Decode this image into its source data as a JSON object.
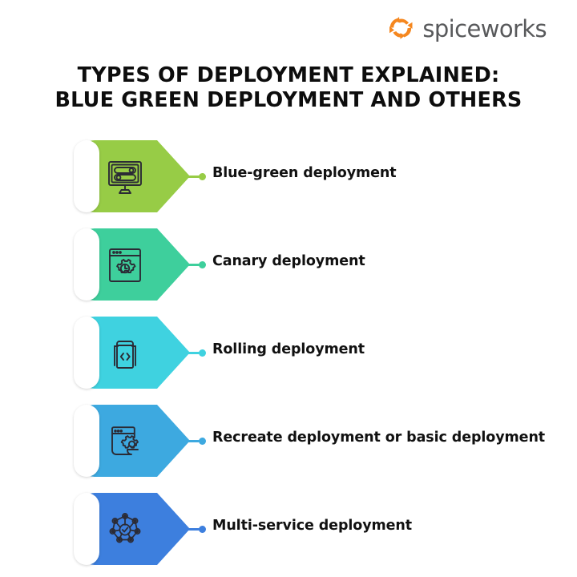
{
  "brand": {
    "name": "spiceworks",
    "logo_icon": "spiceworks-swirl-icon",
    "mark_color": "#F5871F",
    "word_color": "#58595B"
  },
  "title": {
    "line1": "TYPES OF DEPLOYMENT EXPLAINED:",
    "line2": "BLUE GREEN DEPLOYMENT AND OTHERS"
  },
  "items": [
    {
      "label": "Blue-green deployment",
      "color": "#97CC46",
      "icon": "monitor-server-icon"
    },
    {
      "label": "Canary deployment",
      "color": "#3ECF9C",
      "icon": "browser-gear-icon"
    },
    {
      "label": "Rolling deployment",
      "color": "#3FD2E0",
      "icon": "code-document-icon"
    },
    {
      "label": "Recreate deployment or basic deployment",
      "color": "#3DA9E0",
      "icon": "browser-settings-gear-icon"
    },
    {
      "label": "Multi-service deployment",
      "color": "#3D7FDE",
      "icon": "network-nodes-check-icon"
    }
  ]
}
